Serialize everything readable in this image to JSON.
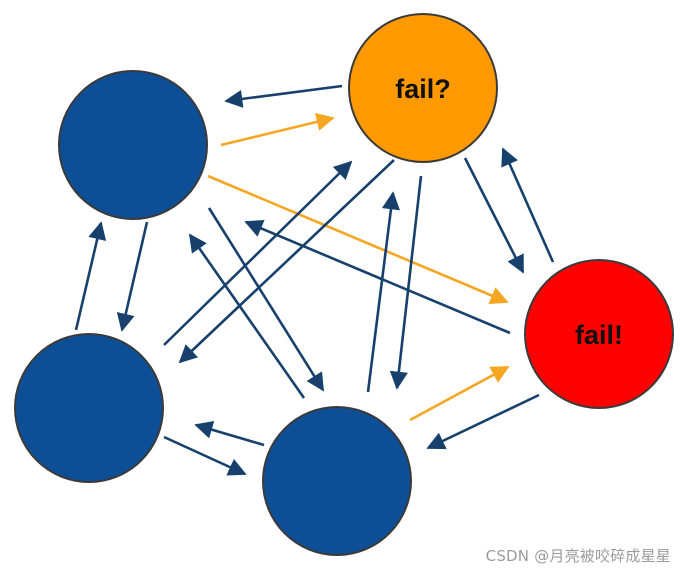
{
  "nodes": {
    "fail_suspect": {
      "label": "fail?",
      "fill": "#ff9900"
    },
    "fail_confirmed": {
      "label": "fail!",
      "fill": "#ff0000"
    },
    "normal_fill": "#0d4f97"
  },
  "colors": {
    "arrow_normal": "#17406c",
    "arrow_failure": "#f5a623",
    "node_stroke": "#3a3a3a"
  },
  "watermark": "CSDN @月亮被咬碎成星星"
}
